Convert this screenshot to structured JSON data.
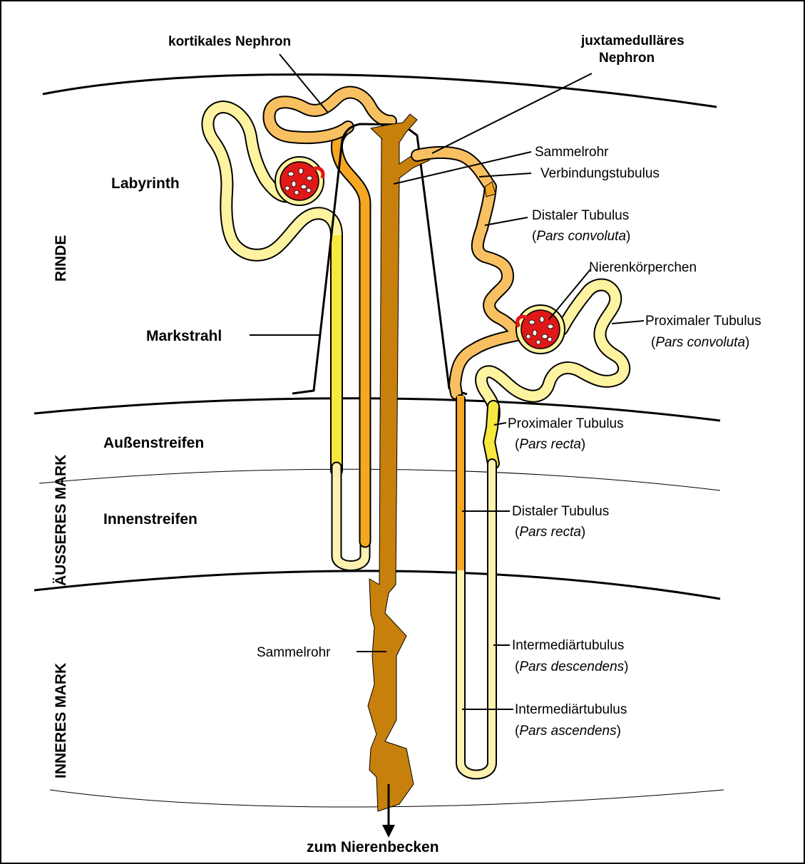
{
  "title_labels": {
    "cortical_nephron": "kortikales Nephron",
    "juxtamedullary_nephron_line1": "juxtamedulläres",
    "juxtamedullary_nephron_line2": "Nephron",
    "to_renal_pelvis": "zum Nierenbecken"
  },
  "zones": {
    "cortex": "RINDE",
    "outer_medulla": "ÄUSSERES MARK",
    "inner_medulla": "INNERES MARK"
  },
  "region_labels": {
    "labyrinth": "Labyrinth",
    "medullary_ray": "Markstrahl",
    "outer_stripe": "Außenstreifen",
    "inner_stripe": "Innenstreifen"
  },
  "annotations": {
    "collecting_duct_upper": "Sammelrohr",
    "connecting_tubule": "Verbindungstubulus",
    "distal_tubule_convoluta": "Distaler Tubulus",
    "distal_tubule_convoluta_pars": "Pars convoluta",
    "renal_corpuscle": "Nierenkörperchen",
    "proximal_tubule_convoluta": "Proximaler Tubulus",
    "proximal_tubule_convoluta_pars": "Pars convoluta",
    "proximal_tubule_recta": "Proximaler Tubulus",
    "proximal_tubule_recta_pars": "Pars recta",
    "distal_tubule_recta": "Distaler Tubulus",
    "distal_tubule_recta_pars": "Pars recta",
    "intermediate_desc": "Intermediärtubulus",
    "intermediate_desc_pars": "Pars descendens",
    "intermediate_asc": "Intermediärtubulus",
    "intermediate_asc_pars": "Pars ascendens",
    "collecting_duct_lower": "Sammelrohr"
  },
  "colors": {
    "collecting_duct": "#c8800c",
    "distal_tubule": "#f5a623",
    "distal_tubule_light": "#f8c060",
    "proximal_tubule": "#fef3a0",
    "proximal_recta": "#f7e840",
    "intermediate": "#fdf1b0",
    "glomerulus": "#e01818",
    "outline": "#000000"
  }
}
